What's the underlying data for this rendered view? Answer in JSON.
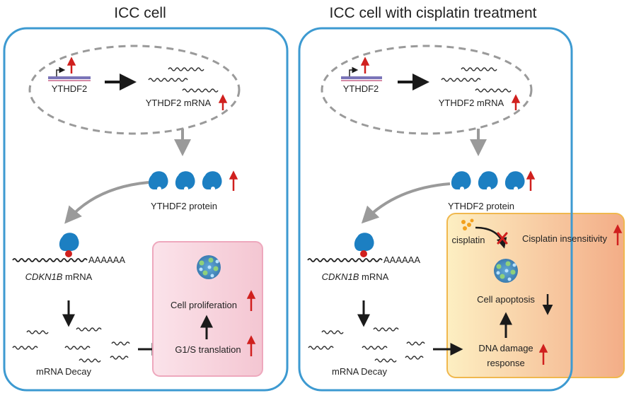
{
  "panels": [
    {
      "title": "ICC cell",
      "gene_label": "YTHDF2",
      "mrna_label": "YTHDF2 mRNA",
      "protein_label": "YTHDF2 protein",
      "target_gene": "CDKN1B",
      "target_suffix": " mRNA",
      "poly_a": "AAAAAA",
      "decay_label": "mRNA Decay",
      "box": {
        "color": "#f6c9d3",
        "proliferation_label": "Cell proliferation",
        "translation_label": "G1/S translation"
      }
    },
    {
      "title": "ICC cell with cisplatin treatment",
      "gene_label": "YTHDF2",
      "mrna_label": "YTHDF2 mRNA",
      "protein_label": "YTHDF2 protein",
      "target_gene": "CDKN1B",
      "target_suffix": " mRNA",
      "poly_a": "AAAAAA",
      "decay_label": "mRNA Decay",
      "box": {
        "color": "#f7d79a",
        "cisplatin_label": "cisplatin",
        "insensitivity_label": "Cisplatin insensitivity",
        "apoptosis_label": "Cell apoptosis",
        "dna_damage_label_1": "DNA damage",
        "dna_damage_label_2": "response"
      }
    }
  ],
  "colors": {
    "cell_border": "#3d9ad1",
    "protein": "#1c7fc2",
    "up_arrow": "#d0201e",
    "flow_arrow": "#9a9a9a",
    "main_arrow": "#1a1a1a"
  }
}
